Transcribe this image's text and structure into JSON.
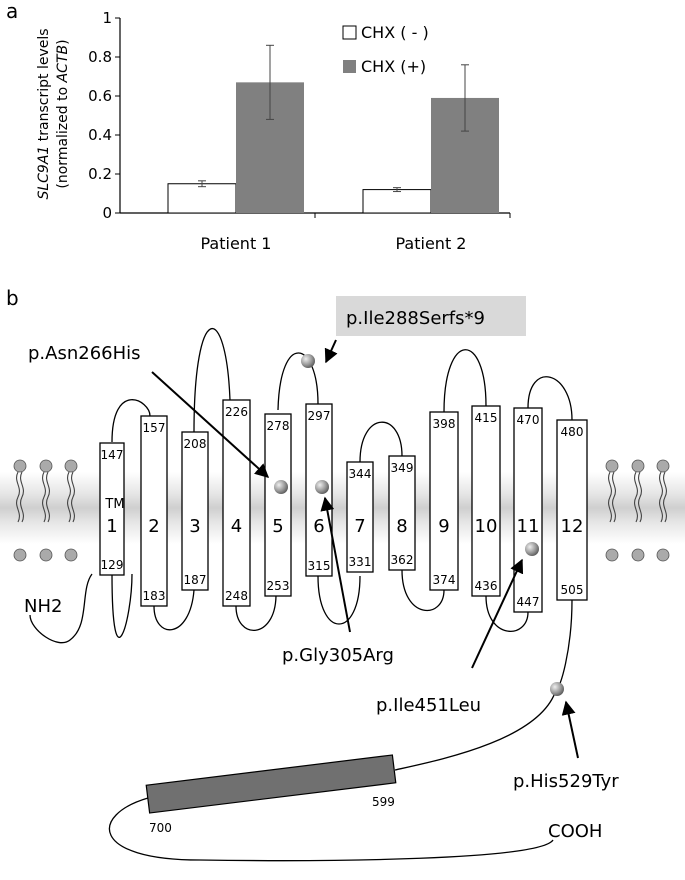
{
  "panels": {
    "a": "a",
    "b": "b"
  },
  "chart_data": {
    "type": "bar",
    "categories": [
      "Patient 1",
      "Patient 2"
    ],
    "series": [
      {
        "name": "CHX ( - )",
        "values": [
          0.15,
          0.12
        ],
        "errors": [
          0.015,
          0.01
        ],
        "color": "#ffffff"
      },
      {
        "name": "CHX (+)",
        "values": [
          0.67,
          0.59
        ],
        "errors": [
          0.19,
          0.17
        ],
        "color": "#808080"
      }
    ],
    "ylabel_line1_gene": "SLC9A1",
    "ylabel_line1_rest": " transcript levels",
    "ylabel_line2_pre": "(normalized to ",
    "ylabel_line2_gene": "ACTB",
    "ylabel_line2_post": ")",
    "ylim": [
      0,
      1
    ],
    "yticks": [
      "0",
      "0.2",
      "0.4",
      "0.6",
      "0.8",
      "1"
    ],
    "legend_position": "top-right",
    "grid": false
  },
  "topology": {
    "tm_label": "TM",
    "nterm": "NH2",
    "cterm": "COOH",
    "helices": [
      {
        "num": "1",
        "top": "147",
        "bottom": "129"
      },
      {
        "num": "2",
        "top": "157",
        "bottom": "183"
      },
      {
        "num": "3",
        "top": "208",
        "bottom": "187"
      },
      {
        "num": "4",
        "top": "226",
        "bottom": "248"
      },
      {
        "num": "5",
        "top": "278",
        "bottom": "253"
      },
      {
        "num": "6",
        "top": "297",
        "bottom": "315"
      },
      {
        "num": "7",
        "top": "344",
        "bottom": "331"
      },
      {
        "num": "8",
        "top": "349",
        "bottom": "362"
      },
      {
        "num": "9",
        "top": "398",
        "bottom": "374"
      },
      {
        "num": "10",
        "top": "415",
        "bottom": "436"
      },
      {
        "num": "11",
        "top": "470",
        "bottom": "447"
      },
      {
        "num": "12",
        "top": "480",
        "bottom": "505"
      }
    ],
    "domain": {
      "left": "700",
      "right": "599"
    },
    "mutations": [
      {
        "label": "p.Ile288Serfs*9"
      },
      {
        "label": "p.Asn266His"
      },
      {
        "label": "p.Gly305Arg"
      },
      {
        "label": "p.Ile451Leu"
      },
      {
        "label": "p.His529Tyr"
      }
    ],
    "colors": {
      "domain": "#707070",
      "sphere": "#9a9a9a",
      "label_box": "#d9d9d9"
    }
  }
}
